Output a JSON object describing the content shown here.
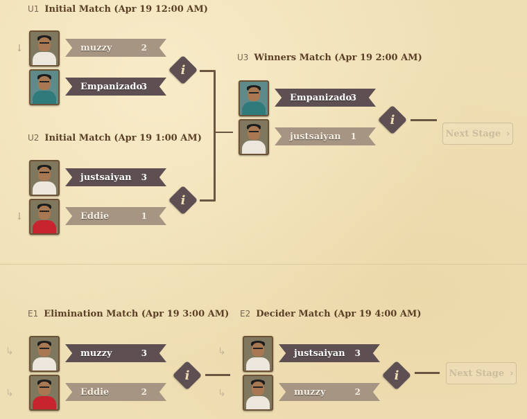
{
  "matches": {
    "u1": {
      "code": "U1",
      "title": "Initial Match (Apr 19 12:00 AM)",
      "p1": {
        "name": "muzzy",
        "score": "2"
      },
      "p2": {
        "name": "Empanizado",
        "score": "3"
      }
    },
    "u2": {
      "code": "U2",
      "title": "Initial Match (Apr 19 1:00 AM)",
      "p1": {
        "name": "justsaiyan",
        "score": "3"
      },
      "p2": {
        "name": "Eddie",
        "score": "1"
      }
    },
    "u3": {
      "code": "U3",
      "title": "Winners Match (Apr 19 2:00 AM)",
      "p1": {
        "name": "Empanizado",
        "score": "3"
      },
      "p2": {
        "name": "justsaiyan",
        "score": "1"
      }
    },
    "e1": {
      "code": "E1",
      "title": "Elimination Match (Apr 19 3:00 AM)",
      "p1": {
        "name": "muzzy",
        "score": "3"
      },
      "p2": {
        "name": "Eddie",
        "score": "2"
      }
    },
    "e2": {
      "code": "E2",
      "title": "Decider Match (Apr 19 4:00 AM)",
      "p1": {
        "name": "justsaiyan",
        "score": "3"
      },
      "p2": {
        "name": "muzzy",
        "score": "2"
      }
    }
  },
  "next_stage": {
    "label": "Next Stage",
    "chevron": "›"
  },
  "info_label": "i",
  "icons": {
    "arrow_down": "arrow-down-icon",
    "info": "info-icon",
    "loser": "loser-bracket-icon",
    "chevron": "chevron-right-icon"
  },
  "colors": {
    "background": "#efdfb5",
    "winner_banner": "#5d4f52",
    "loser_banner": "#a59582",
    "title_text": "#5a3e25"
  }
}
